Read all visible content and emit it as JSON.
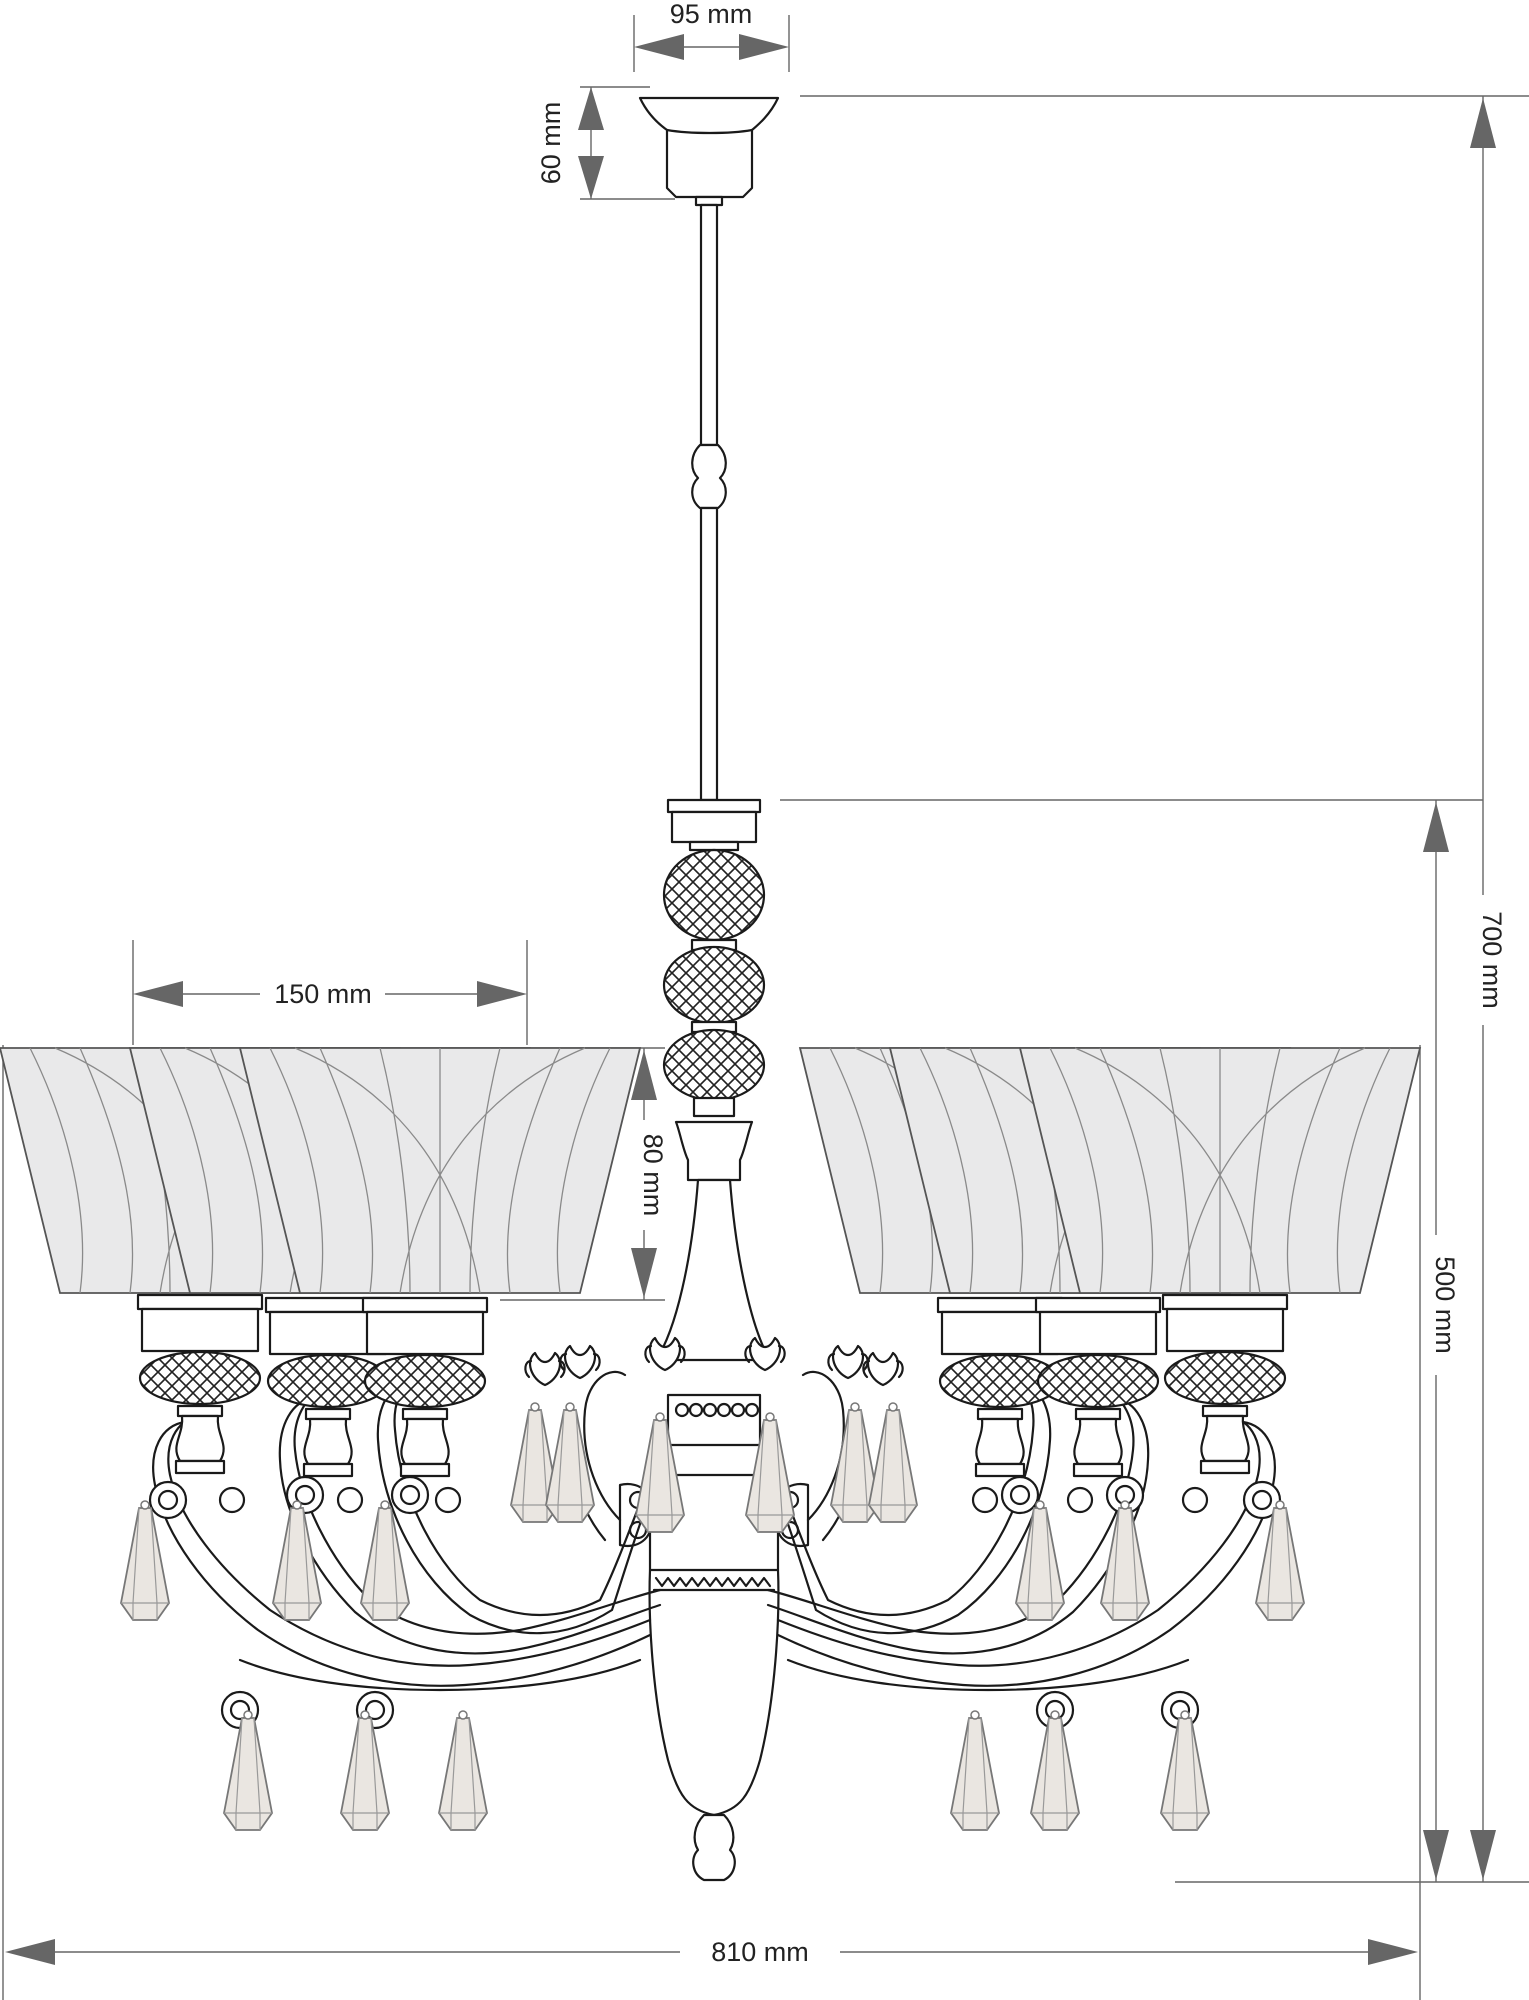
{
  "dimensions": {
    "canopy_width": "95 mm",
    "canopy_height": "60 mm",
    "total_height": "700 mm",
    "body_height": "500 mm",
    "shade_width": "150 mm",
    "shade_height": "80 mm",
    "total_width": "810 mm"
  },
  "colors": {
    "line": "#1a1a1a",
    "dimension_line": "#666666",
    "shade_fill": "#e9e9ea",
    "crystal_fill": "#eae6e1"
  },
  "fixture": {
    "type": "chandelier",
    "arms": 6,
    "crystal_pendants": 18
  }
}
